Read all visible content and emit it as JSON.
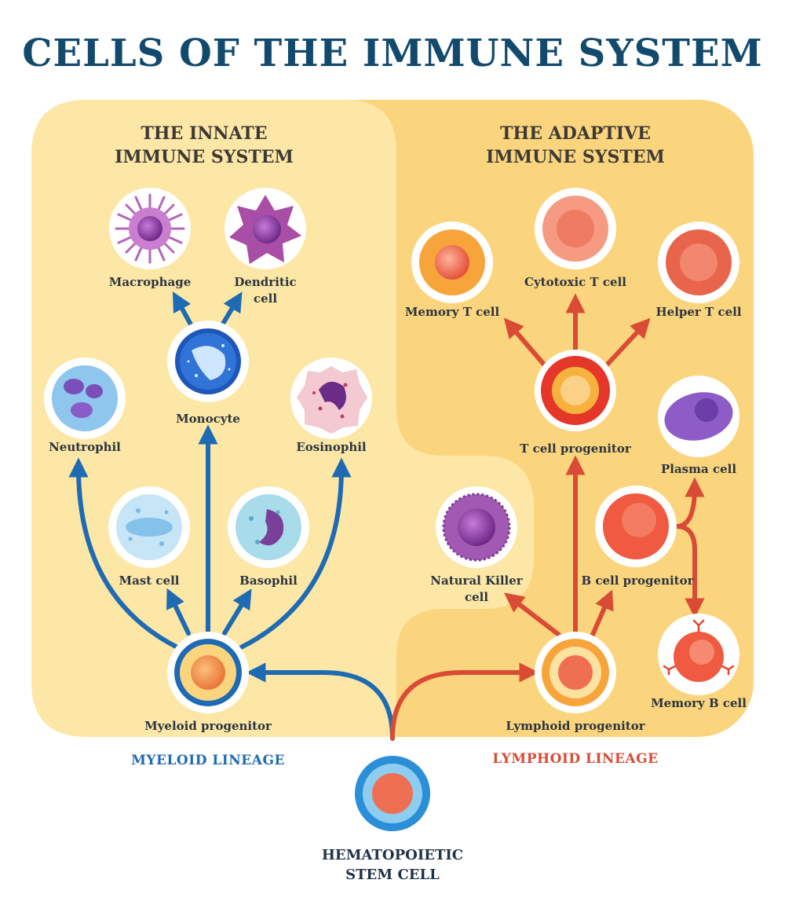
{
  "title": "CELLS OF THE IMMUNE SYSTEM",
  "innate": {
    "title_line1": "THE INNATE",
    "title_line2": "IMMUNE SYSTEM"
  },
  "adaptive": {
    "title_line1": "THE ADAPTIVE",
    "title_line2": "IMMUNE SYSTEM"
  },
  "cells": {
    "macrophage": "Macrophage",
    "dendritic_line1": "Dendritic",
    "dendritic_line2": "cell",
    "monocyte": "Monocyte",
    "neutrophil": "Neutrophil",
    "eosinophil": "Eosinophil",
    "mast_cell": "Mast cell",
    "basophil": "Basophil",
    "myeloid_progenitor": "Myeloid progenitor",
    "memory_t_cell": "Memory T cell",
    "cytotoxic_t_cell": "Cytotoxic T cell",
    "helper_t_cell": "Helper T cell",
    "t_cell_progenitor": "T cell progenitor",
    "plasma_cell": "Plasma cell",
    "natural_killer_line1": "Natural Killer",
    "natural_killer_line2": "cell",
    "b_cell_progenitor": "B cell progenitor",
    "memory_b_cell": "Memory B cell",
    "lymphoid_progenitor": "Lymphoid progenitor"
  },
  "lineages": {
    "myeloid": "MYELOID LINEAGE",
    "lymphoid": "LYMPHOID LINEAGE"
  },
  "stem_cell": {
    "line1": "HEMATOPOIETIC",
    "line2": "STEM CELL"
  },
  "colors": {
    "title": "#124a6e",
    "innate_panel": "#fde7a6",
    "adaptive_panel": "#fbd57d",
    "myeloid_arrow": "#1f6bb3",
    "lymphoid_arrow": "#d94b35"
  }
}
